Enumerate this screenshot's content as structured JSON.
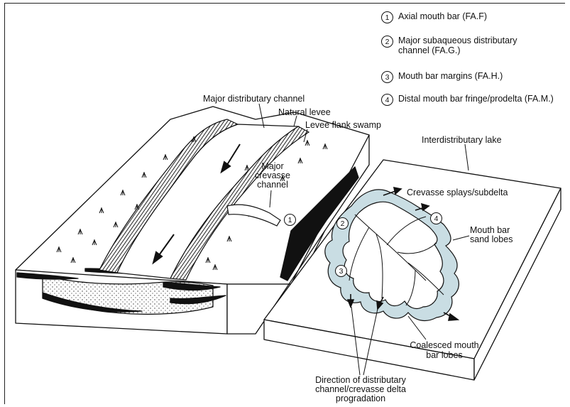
{
  "legend": {
    "items": [
      {
        "num": "1",
        "text_lines": [
          "Axial mouth bar (FA.F)"
        ]
      },
      {
        "num": "2",
        "text_lines": [
          "Major subaqueous distributary",
          "channel (FA.G.)"
        ]
      },
      {
        "num": "3",
        "text_lines": [
          "Mouth bar margins (FA.H.)"
        ]
      },
      {
        "num": "4",
        "text_lines": [
          "Distal mouth bar fringe/prodelta (FA.M.)"
        ]
      }
    ]
  },
  "labels": {
    "major_distributary_channel": "Major distributary channel",
    "natural_levee": "Natural levee",
    "levee_flank_swamp": "Levee flank swamp",
    "major_crevasse_channel": [
      "Major",
      "crevasse",
      "channel"
    ],
    "interdistributary_lake": "Interdistributary lake",
    "crevasse_splays": "Crevasse splays/subdelta",
    "mouth_bar_sand_lobes": [
      "Mouth bar",
      "sand lobes"
    ],
    "coalesced_mouth_bar_lobes": [
      "Coalesced mouth",
      "bar lobes"
    ],
    "direction_progradation": [
      "Direction of distributary",
      "channel/crevasse delta",
      "progradation"
    ]
  },
  "markers": {
    "m1": "1",
    "m2": "2",
    "m3": "3",
    "m4": "4"
  },
  "colors": {
    "line": "#111111",
    "sand_lobe": "#c9dde3",
    "levee_hatch": "#2a2a2a",
    "side_face": "#f4f4f4"
  }
}
